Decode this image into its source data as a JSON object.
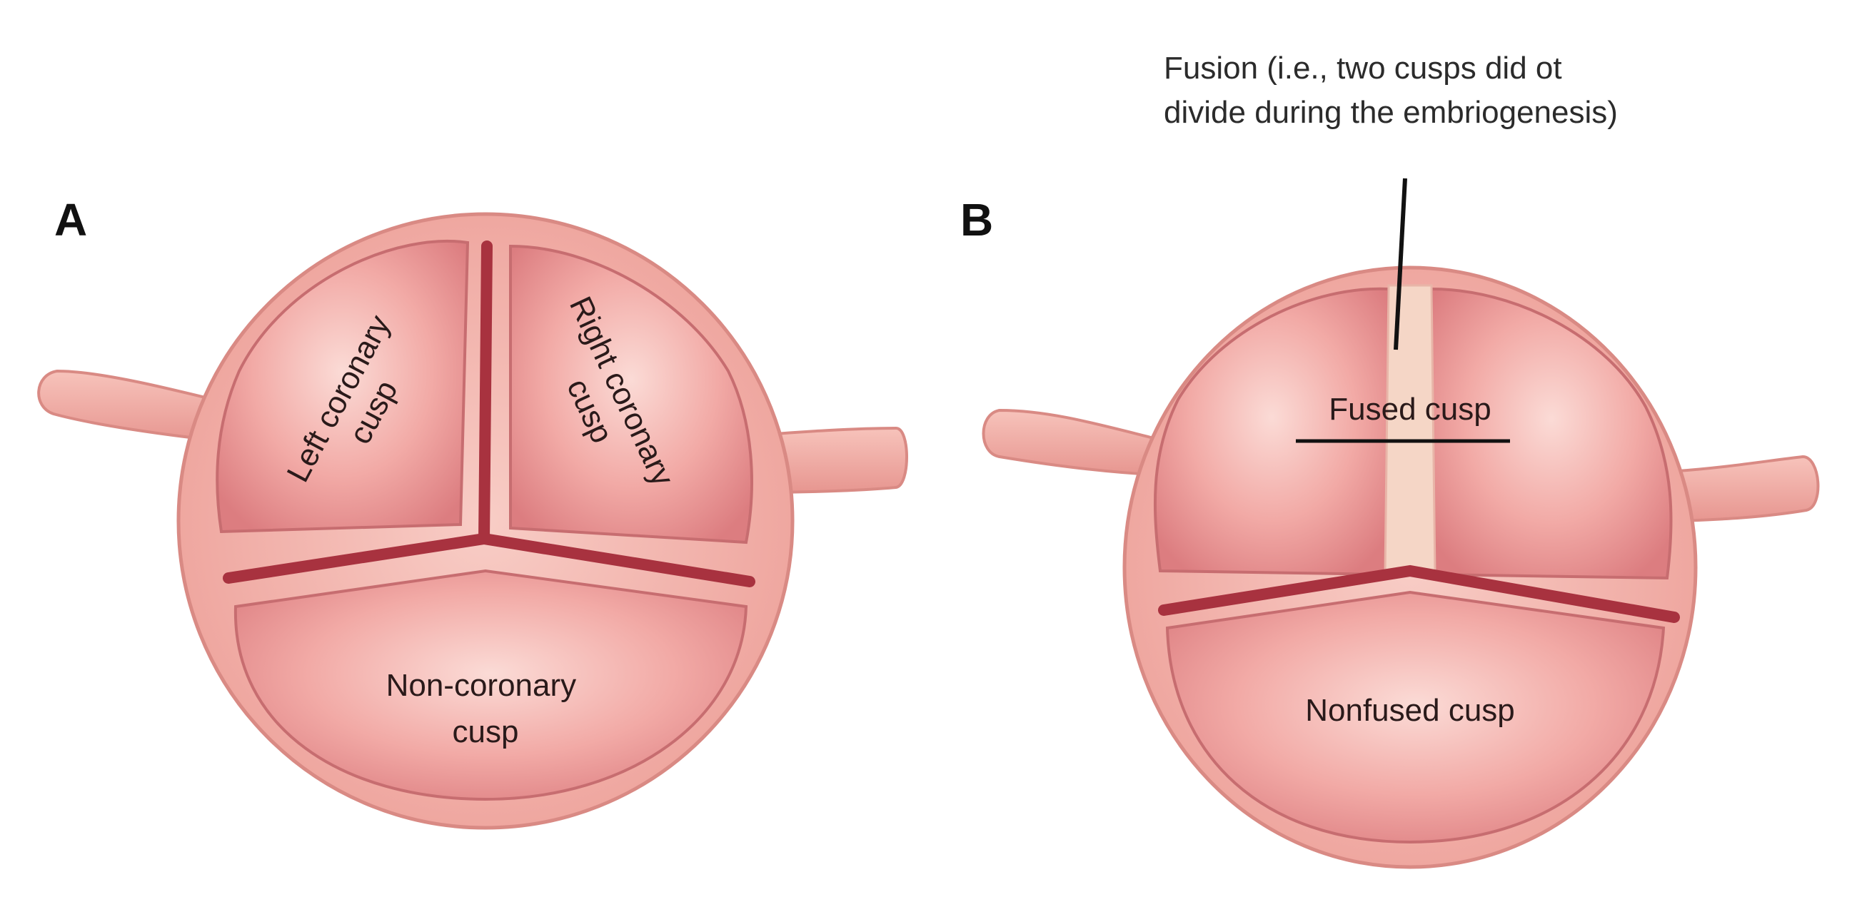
{
  "panels": {
    "a": {
      "letter": "A",
      "left_cusp": [
        "Left coronary",
        "cusp"
      ],
      "right_cusp": [
        "Right coronary",
        "cusp"
      ],
      "non_cusp": [
        "Non-coronary",
        "cusp"
      ]
    },
    "b": {
      "letter": "B",
      "fused_cusp": "Fused cusp",
      "nonfused_cusp": "Nonfused cusp",
      "fusion_note": [
        "Fusion (i.e., two cusps did ot",
        "divide during the embriogenesis)"
      ]
    }
  },
  "colors": {
    "annulus": "#f3b4ac",
    "annulus_edge": "#d98a84",
    "cusp_fill": "#e8898a",
    "cusp_light": "#f6c3bd",
    "commissure": "#a8323f",
    "raphe": "#f5d6c6"
  }
}
